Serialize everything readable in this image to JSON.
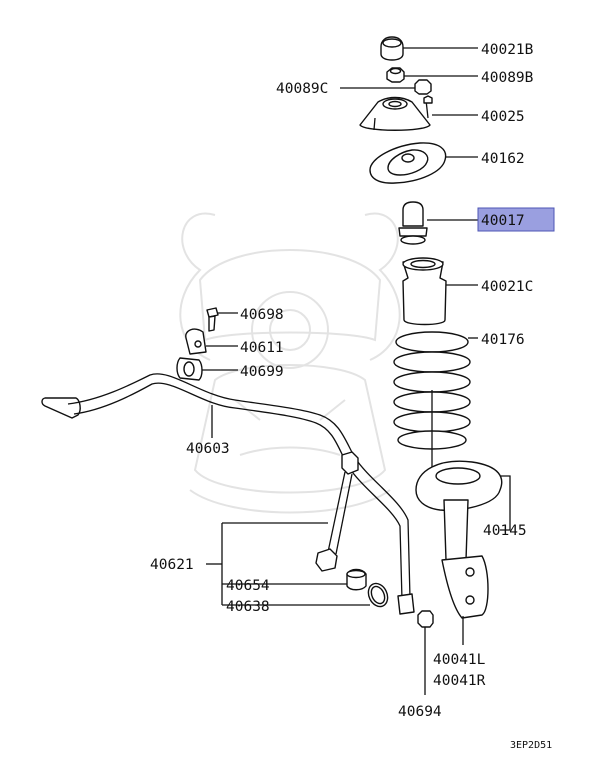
{
  "diagram": {
    "footer_code": "3EP2D51",
    "highlighted_part": "40017",
    "highlight_color": "#9a9fe0",
    "parts": [
      {
        "id": "p_40021B",
        "label": "40021B"
      },
      {
        "id": "p_40089B",
        "label": "40089B"
      },
      {
        "id": "p_40089C",
        "label": "40089C"
      },
      {
        "id": "p_40025",
        "label": "40025"
      },
      {
        "id": "p_40162",
        "label": "40162"
      },
      {
        "id": "p_40017",
        "label": "40017"
      },
      {
        "id": "p_40021C",
        "label": "40021C"
      },
      {
        "id": "p_40176",
        "label": "40176"
      },
      {
        "id": "p_40145",
        "label": "40145"
      },
      {
        "id": "p_40041L",
        "label": "40041L"
      },
      {
        "id": "p_40041R",
        "label": "40041R"
      },
      {
        "id": "p_40694",
        "label": "40694"
      },
      {
        "id": "p_40698",
        "label": "40698"
      },
      {
        "id": "p_40611",
        "label": "40611"
      },
      {
        "id": "p_40699",
        "label": "40699"
      },
      {
        "id": "p_40603",
        "label": "40603"
      },
      {
        "id": "p_40621",
        "label": "40621"
      },
      {
        "id": "p_40654",
        "label": "40654"
      },
      {
        "id": "p_40638",
        "label": "40638"
      }
    ]
  }
}
